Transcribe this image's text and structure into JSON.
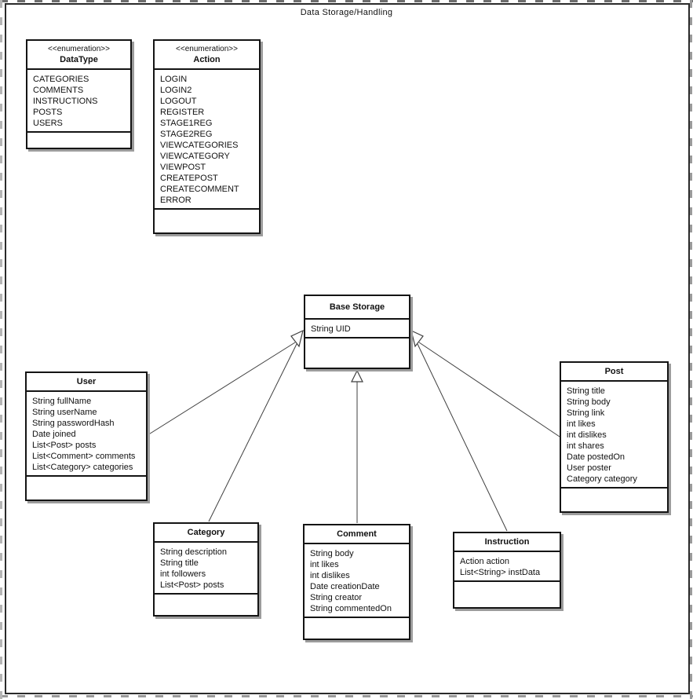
{
  "diagram": {
    "title": "Data Storage/Handling"
  },
  "boxes": {
    "datatype": {
      "stereotype": "<<enumeration>>",
      "name": "DataType",
      "values": [
        "CATEGORIES",
        "COMMENTS",
        "INSTRUCTIONS",
        "POSTS",
        "USERS"
      ]
    },
    "action": {
      "stereotype": "<<enumeration>>",
      "name": "Action",
      "values": [
        "LOGIN",
        "LOGIN2",
        "LOGOUT",
        "REGISTER",
        "STAGE1REG",
        "STAGE2REG",
        "VIEWCATEGORIES",
        "VIEWCATEGORY",
        "VIEWPOST",
        "CREATEPOST",
        "CREATECOMMENT",
        "ERROR"
      ]
    },
    "base": {
      "name": "Base Storage",
      "attributes": [
        "String UID"
      ]
    },
    "user": {
      "name": "User",
      "attributes": [
        "String fullName",
        "String userName",
        "String passwordHash",
        "Date joined",
        "List<Post> posts",
        "List<Comment> comments",
        "List<Category> categories"
      ]
    },
    "post": {
      "name": "Post",
      "attributes": [
        "String title",
        "String body",
        "String link",
        "int likes",
        "int dislikes",
        "int shares",
        "Date postedOn",
        "User poster",
        "Category category"
      ]
    },
    "category": {
      "name": "Category",
      "attributes": [
        "String description",
        "String title",
        "int followers",
        "List<Post> posts"
      ]
    },
    "comment": {
      "name": "Comment",
      "attributes": [
        "String body",
        "int likes",
        "int dislikes",
        "Date creationDate",
        "String creator",
        "String commentedOn"
      ]
    },
    "instruction": {
      "name": "Instruction",
      "attributes": [
        "Action action",
        "List<String> instData"
      ]
    }
  },
  "relationships": [
    {
      "type": "generalization",
      "from": "User",
      "to": "Base Storage"
    },
    {
      "type": "generalization",
      "from": "Category",
      "to": "Base Storage"
    },
    {
      "type": "generalization",
      "from": "Comment",
      "to": "Base Storage"
    },
    {
      "type": "generalization",
      "from": "Instruction",
      "to": "Base Storage"
    },
    {
      "type": "generalization",
      "from": "Post",
      "to": "Base Storage"
    }
  ]
}
